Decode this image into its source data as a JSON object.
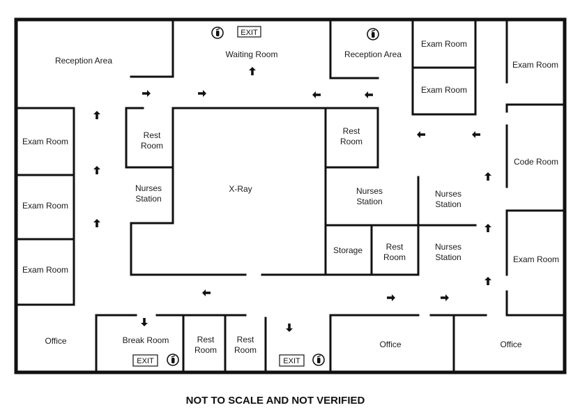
{
  "rooms": {
    "reception_left": "Reception Area",
    "waiting_room": "Waiting Room",
    "reception_right": "Reception Area",
    "exam_top_1": "Exam Room",
    "exam_top_2": "Exam Room",
    "exam_far_right_top": "Exam Room",
    "exam_left_1": "Exam Room",
    "exam_left_2": "Exam Room",
    "exam_left_3": "Exam Room",
    "rest_room_left": [
      "Rest",
      "Room"
    ],
    "nurses_station_left": [
      "Nurses",
      "Station"
    ],
    "xray": "X-Ray",
    "rest_room_right": [
      "Rest",
      "Room"
    ],
    "nurses_station_center": [
      "Nurses",
      "Station"
    ],
    "nurses_station_right_upper": [
      "Nurses",
      "Station"
    ],
    "code_room": "Code Room",
    "storage": "Storage",
    "rest_room_lower": [
      "Rest",
      "Room"
    ],
    "nurses_station_right_lower": [
      "Nurses",
      "Station"
    ],
    "exam_far_right_bottom": "Exam Room",
    "office_bottom_left": "Office",
    "break_room": "Break Room",
    "rest_room_bottom_1": [
      "Rest",
      "Room"
    ],
    "rest_room_bottom_2": [
      "Rest",
      "Room"
    ],
    "office_bottom_center": "Office",
    "office_bottom_right": "Office"
  },
  "exit_label": "EXIT",
  "icons": {
    "exit_sign": "exit-sign-icon",
    "fire_extinguisher": "fire-extinguisher-icon",
    "evacuation_arrow": "evacuation-arrow-icon"
  },
  "footer_note": "NOT TO SCALE AND NOT VERIFIED",
  "colors": {
    "walls": "#111111",
    "background": "#ffffff"
  }
}
